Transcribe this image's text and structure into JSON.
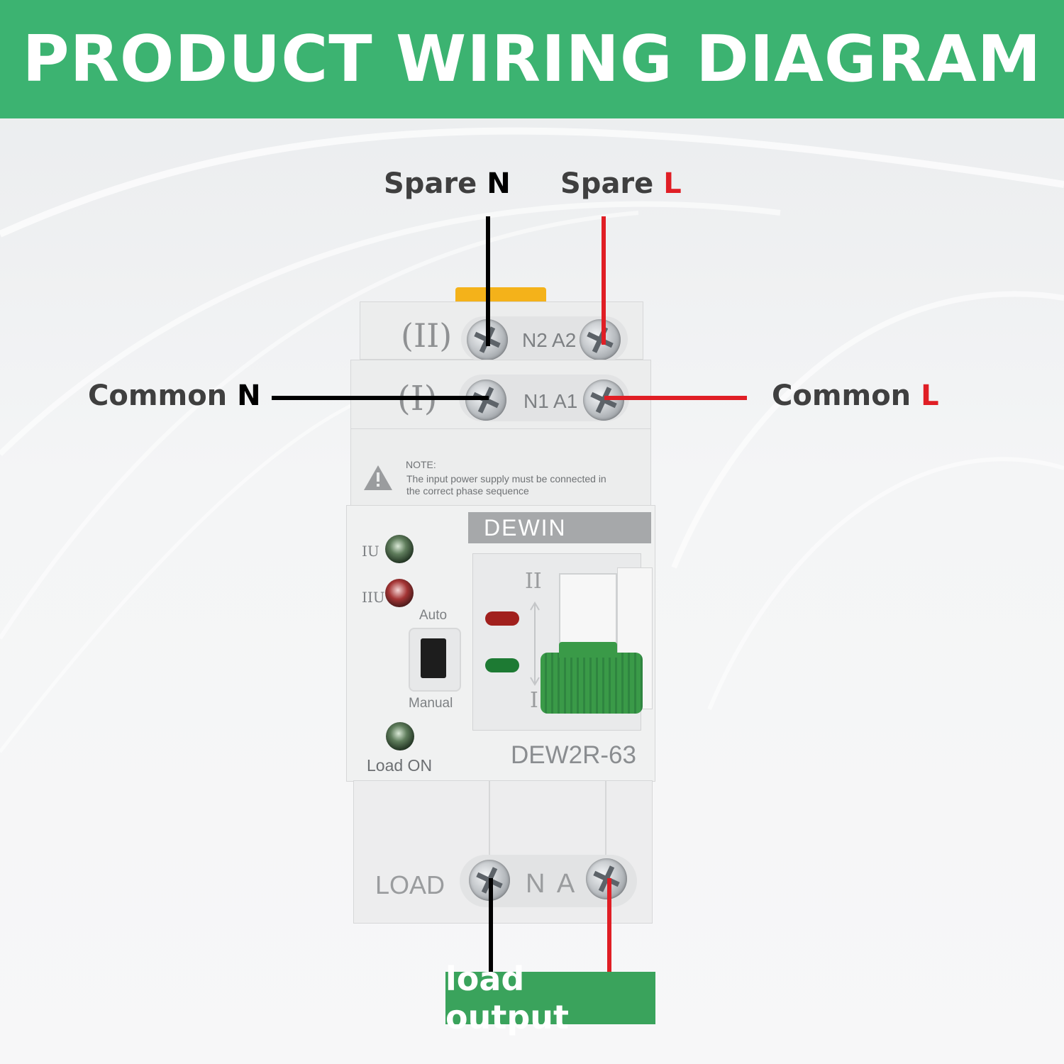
{
  "header": {
    "title": "PRODUCT WIRING DIAGRAM",
    "background": "#3cb371"
  },
  "callouts": {
    "spare_n": {
      "word": "Spare",
      "terminal": "N"
    },
    "spare_l": {
      "word": "Spare",
      "terminal": "L"
    },
    "common_n": {
      "word": "Common",
      "terminal": "N"
    },
    "common_l": {
      "word": "Common",
      "terminal": "L"
    }
  },
  "wire_colors": {
    "neutral": "#000000",
    "live": "#e01e25"
  },
  "device": {
    "top_row_mark": "(II)",
    "top_row_terminals": "N2 A2",
    "second_row_mark": "(I)",
    "second_row_terminals": "N1 A1",
    "note_title": "NOTE:",
    "note_line1": "The input power supply must be connected in",
    "note_line2": "the correct phase sequence",
    "brand": "DEWIN",
    "indicator_1": "IU",
    "indicator_2": "IIU",
    "mode_auto": "Auto",
    "mode_manual": "Manual",
    "load_on": "Load ON",
    "switch_pos_top": "II",
    "switch_pos_bottom": "I",
    "model": "DEW2R-63",
    "bottom_label": "LOAD",
    "bottom_terminals": "N A",
    "handle_color": "#3a9a48"
  },
  "footer": {
    "label": "load output",
    "background": "#3aa35c"
  }
}
